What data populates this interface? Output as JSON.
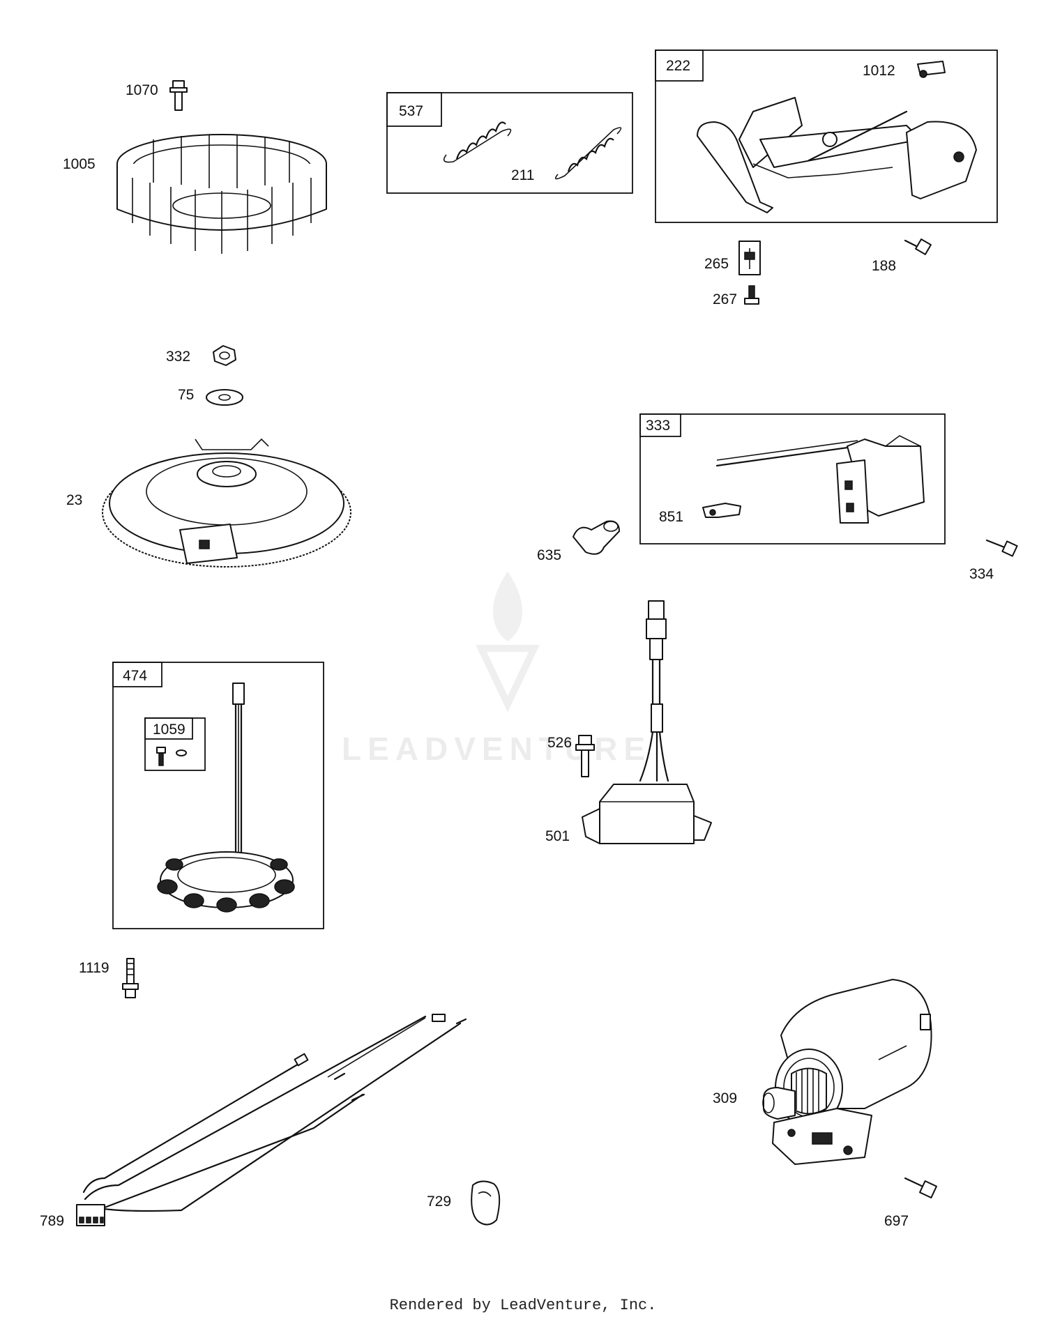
{
  "labels": {
    "l1070": "1070",
    "l1005": "1005",
    "l537": "537",
    "l211": "211",
    "l222": "222",
    "l1012": "1012",
    "l265": "265",
    "l188": "188",
    "l267": "267",
    "l332": "332",
    "l75": "75",
    "l23": "23",
    "l333": "333",
    "l851": "851",
    "l635": "635",
    "l334": "334",
    "l474": "474",
    "l1059": "1059",
    "l526": "526",
    "l501": "501",
    "l1119": "1119",
    "l789": "789",
    "l729": "729",
    "l309": "309",
    "l697": "697"
  },
  "watermark": "LEADVENTURE",
  "footer": "Rendered by LeadVenture, Inc."
}
